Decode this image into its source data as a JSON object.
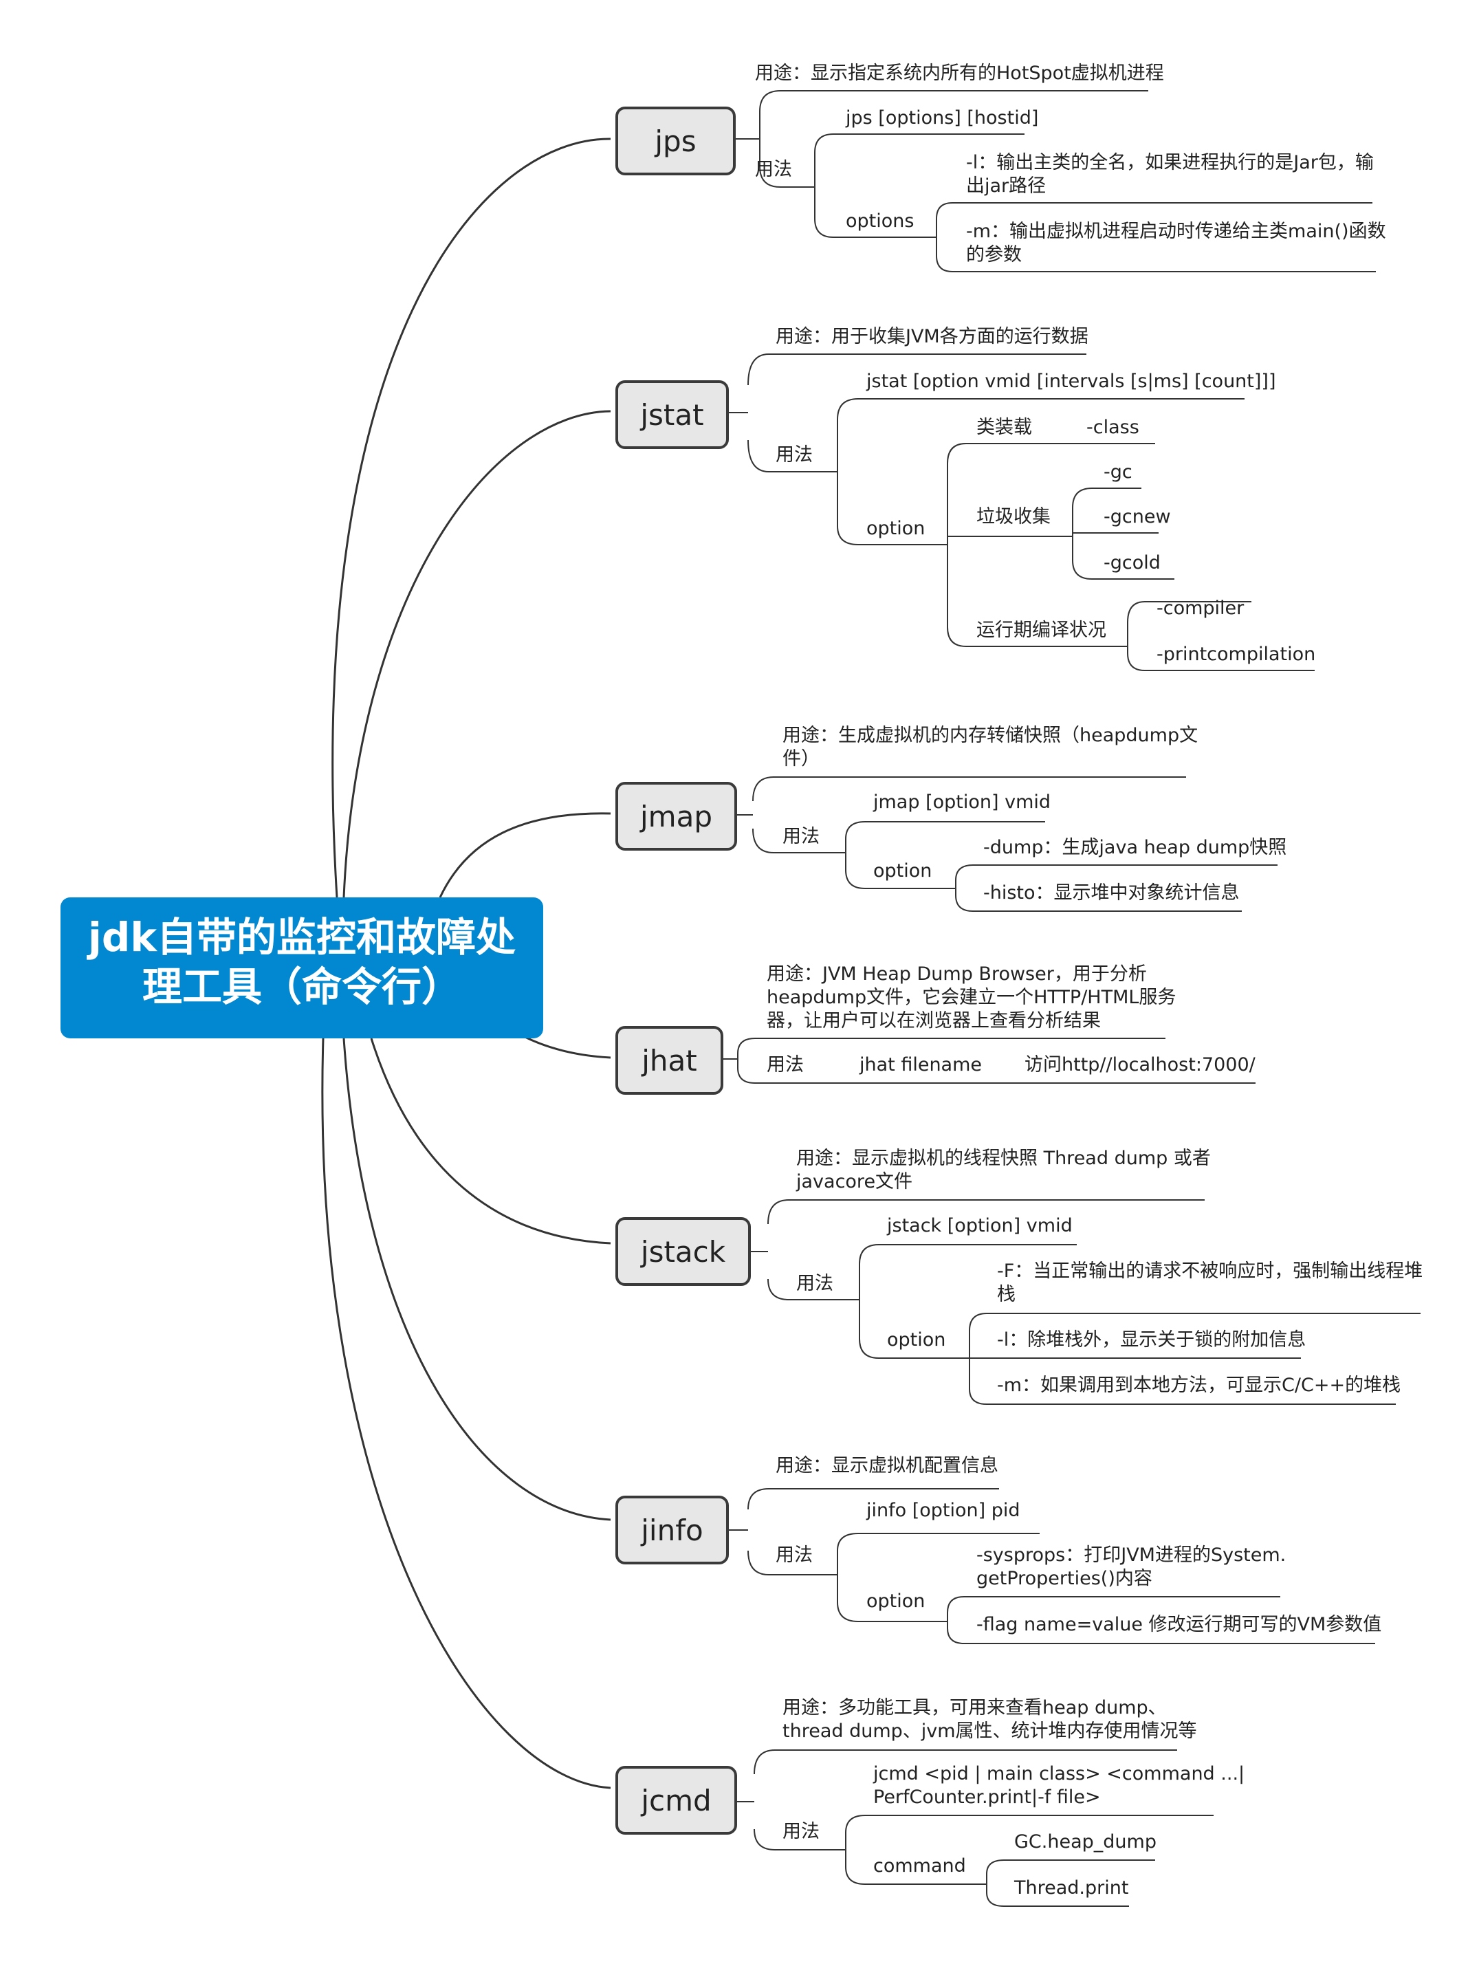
{
  "root": {
    "lines": [
      "jdk自带的监控和故障处",
      "理工具（命令行）"
    ]
  },
  "tools": {
    "jps": {
      "name": "jps",
      "purpose": "用途：显示指定系统内所有的HotSpot虚拟机进程",
      "usage_label": "用法",
      "syntax": "jps [options] [hostid]",
      "option_label": "options",
      "options": [
        [
          "-l：输出主类的全名，如果进程执行的是Jar包，输",
          "出jar路径"
        ],
        [
          "-m：输出虚拟机进程启动时传递给主类main()函数",
          "的参数"
        ]
      ]
    },
    "jstat": {
      "name": "jstat",
      "purpose": "用途：用于收集JVM各方面的运行数据",
      "usage_label": "用法",
      "syntax": "jstat [option vmid [intervals [s|ms] [count]]]",
      "option_label": "option",
      "groups": [
        {
          "label": "类装载",
          "items": [
            "-class"
          ]
        },
        {
          "label": "垃圾收集",
          "items": [
            "-gc",
            "-gcnew",
            "-gcold"
          ]
        },
        {
          "label": "运行期编译状况",
          "items": [
            "-compiler",
            "-printcompilation"
          ]
        }
      ]
    },
    "jmap": {
      "name": "jmap",
      "purpose": [
        "用途：生成虚拟机的内存转储快照（heapdump文",
        "件）"
      ],
      "usage_label": "用法",
      "syntax": "jmap [option] vmid",
      "option_label": "option",
      "options": [
        "-dump：生成java heap dump快照",
        "-histo：显示堆中对象统计信息"
      ]
    },
    "jhat": {
      "name": "jhat",
      "purpose": [
        "用途：JVM Heap Dump Browser，用于分析",
        "heapdump文件，它会建立一个HTTP/HTML服务",
        "器，让用户可以在浏览器上查看分析结果"
      ],
      "usage_label": "用法",
      "syntax": "jhat filename",
      "access": "访问http//localhost:7000/"
    },
    "jstack": {
      "name": "jstack",
      "purpose": [
        "用途：显示虚拟机的线程快照 Thread dump 或者",
        "javacore文件"
      ],
      "usage_label": "用法",
      "syntax": "jstack [option] vmid",
      "option_label": "option",
      "options": [
        [
          "-F：当正常输出的请求不被响应时，强制输出线程堆",
          "栈"
        ],
        [
          "-l：除堆栈外，显示关于锁的附加信息"
        ],
        [
          "-m：如果调用到本地方法，可显示C/C++的堆栈"
        ]
      ]
    },
    "jinfo": {
      "name": "jinfo",
      "purpose": "用途：显示虚拟机配置信息",
      "usage_label": "用法",
      "syntax": "jinfo [option] pid",
      "option_label": "option",
      "options": [
        [
          "-sysprops：打印JVM进程的System.",
          "getProperties()内容"
        ],
        [
          "-flag name=value  修改运行期可写的VM参数值"
        ]
      ]
    },
    "jcmd": {
      "name": "jcmd",
      "purpose": [
        "用途：多功能工具，可用来查看heap dump、",
        "thread dump、jvm属性、统计堆内存使用情况等"
      ],
      "usage_label": "用法",
      "syntax": [
        "jcmd <pid | main class> <command ...|",
        "PerfCounter.print|-f file>"
      ],
      "command_label": "command",
      "commands": [
        "GC.heap_dump",
        "Thread.print"
      ]
    }
  }
}
